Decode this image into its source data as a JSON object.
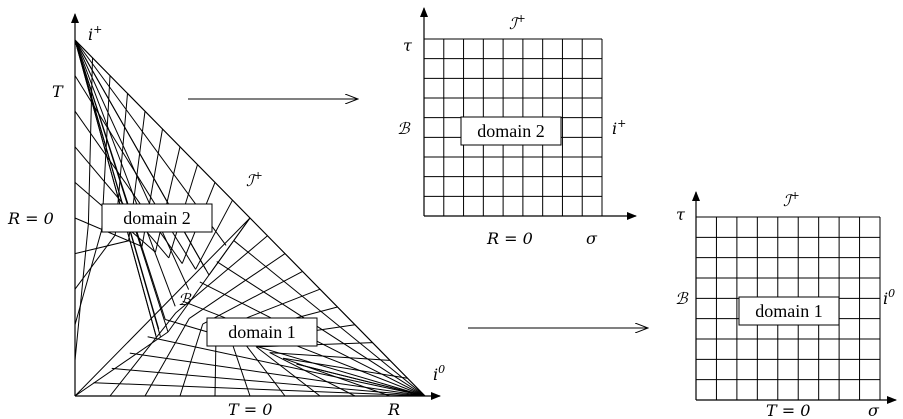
{
  "left_panel": {
    "domain_labels": [
      "domain 2",
      "domain 1"
    ],
    "corner_labels": {
      "i_plus": "i",
      "i_plus_sup": "+",
      "i_zero": "i",
      "i_zero_sup": "0"
    },
    "axis_labels": {
      "T": "T",
      "R": "R",
      "R_eq_0": "R = 0",
      "T_eq_0": "T = 0"
    },
    "scri_plus": "ℐ",
    "scri_plus_sup": "+",
    "boundary": "ℬ"
  },
  "top_right_panel": {
    "domain_label": "domain 2",
    "tau": "τ",
    "sigma": "σ",
    "scri_plus": "ℐ",
    "scri_plus_sup": "+",
    "boundary": "ℬ",
    "i_plus": "i",
    "i_plus_sup": "+",
    "bottom_label": "R = 0"
  },
  "bottom_right_panel": {
    "domain_label": "domain 1",
    "tau": "τ",
    "sigma": "σ",
    "scri_plus": "ℐ",
    "scri_plus_sup": "+",
    "boundary": "ℬ",
    "i_zero": "i",
    "i_zero_sup": "0",
    "bottom_label": "T = 0"
  },
  "colors": {
    "ink": "#000000",
    "paper": "#ffffff"
  }
}
